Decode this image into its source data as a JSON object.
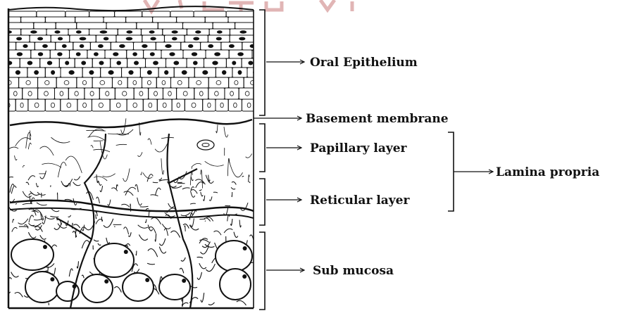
{
  "labels": {
    "oral_epithelium": "Oral Epithelium",
    "basement_membrane": "Basement membrane",
    "papillary_layer": "Papillary layer",
    "reticular_layer": "Reticular layer",
    "lamina_propria": "Lamina propria",
    "sub_mucosa": "Sub mucosa"
  },
  "colors": {
    "ink": "#111111",
    "paper": "#ffffff",
    "watermark": "#c97a7a"
  }
}
